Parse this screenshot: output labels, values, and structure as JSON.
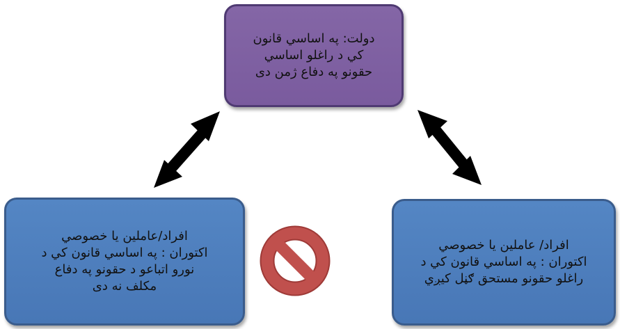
{
  "diagram": {
    "top_box": {
      "lines": [
        "دولت: په اساسي قانون",
        "کي د راغلو اساسي",
        "حقونو په دفاع ژمن دی"
      ],
      "fill": "#7d5fa0"
    },
    "left_box": {
      "lines": [
        "افراد/عاملین یا خصوصي",
        "اکتوران : په اساسي قانون کي د",
        "نورو اتباعو د حقونو په دفاع",
        "مکلف نه دی"
      ],
      "fill": "#4d7ebc"
    },
    "right_box": {
      "lines": [
        "افراد/ عاملین یا خصوصي",
        "اکتوران : په اساسي قانون کي د",
        "راغلو حقونو مستحق ګڼل کیږي"
      ],
      "fill": "#4d7ebc"
    },
    "arrow_color": "#000000",
    "prohibition_sign": {
      "fill": "#c0504d",
      "icon": "prohibition-icon"
    }
  }
}
